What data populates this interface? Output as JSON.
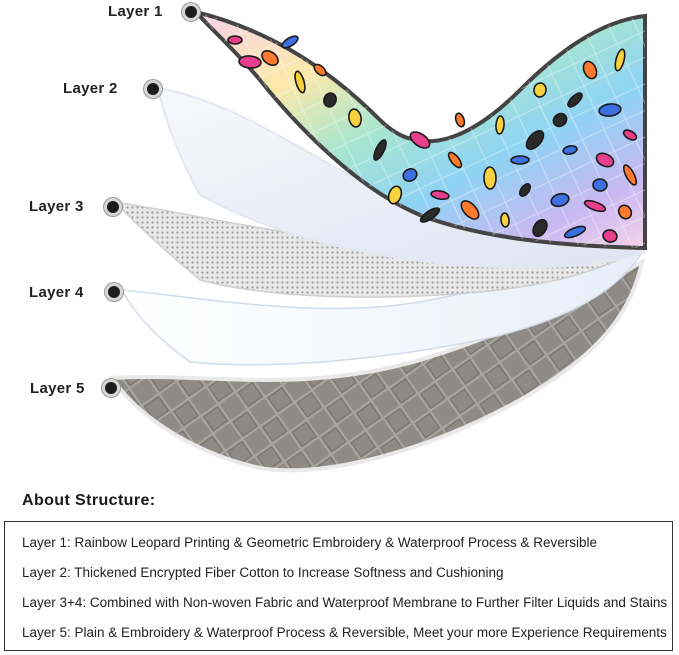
{
  "layers": [
    {
      "label": "Layer 1",
      "material": "rainbow-leopard-quilt"
    },
    {
      "label": "Layer 2",
      "material": "fiber-cotton"
    },
    {
      "label": "Layer 3",
      "material": "non-woven-fabric"
    },
    {
      "label": "Layer 4",
      "material": "waterproof-membrane"
    },
    {
      "label": "Layer 5",
      "material": "grey-quilt"
    }
  ],
  "about": {
    "heading": "About Structure:",
    "lines": [
      "Layer 1: Rainbow Leopard Printing & Geometric Embroidery & Waterproof Process & Reversible",
      "Layer 2: Thickened Encrypted Fiber Cotton to Increase Softness and Cushioning",
      "Layer 3+4: Combined with Non-woven Fabric and Waterproof Membrane to Further Filter Liquids and Stains",
      "Layer 5: Plain & Embroidery & Waterproof Process & Reversible, Meet your more Experience Requirements"
    ]
  },
  "colors": {
    "rainbow": [
      "#8fd3f4",
      "#c9b8f2",
      "#f6d3ea",
      "#fde9a9",
      "#a8e6cf"
    ],
    "leopard_spots": [
      "#e83e8c",
      "#ff7a2f",
      "#f7d23e",
      "#2a2a2a",
      "#3c6fe0"
    ],
    "grey_quilt": "#8e8b86",
    "cotton": "#eef0f8",
    "membrane": "#f4f8ff",
    "nonwoven": "#e4e4e4",
    "dot": "#1c1c1c"
  }
}
